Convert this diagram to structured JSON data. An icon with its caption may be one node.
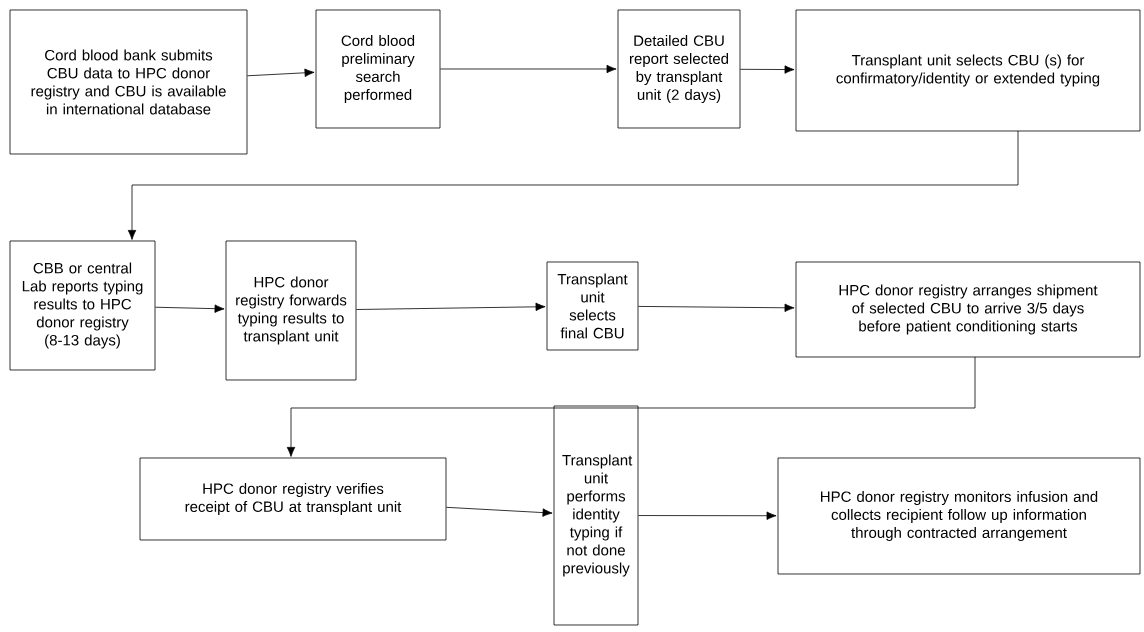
{
  "diagram": {
    "nodes": [
      {
        "text": [
          "Cord blood bank submits CBU data to HPC donor registry and CBU is available in international database"
        ]
      },
      {
        "text": [
          "Cord blood preliminary search performed"
        ]
      },
      {
        "text": [
          "Detailed CBU report selected by transplant unit (2 days)"
        ]
      },
      {
        "text": [
          "Transplant unit selects CBU (s) for confirmatory/identity or extended typing"
        ]
      },
      {
        "text": [
          "CBB or central Lab reports typing results to HPC donor registry (8-13 days)"
        ]
      },
      {
        "text": [
          "HPC donor registry forwards typing results to transplant unit"
        ]
      },
      {
        "text": [
          "Transplant unit selects final CBU"
        ]
      },
      {
        "text": [
          "HPC donor registry arranges shipment of selected CBU to arrive 3/5 days before patient conditioning starts"
        ]
      },
      {
        "text": [
          "HPC donor registry verifies receipt of CBU at transplant unit"
        ]
      },
      {
        "text": [
          "Transplant unit performs identity typing if not done previously"
        ]
      },
      {
        "text": [
          "HPC donor registry monitors infusion and collects recipient follow up information through contracted arrangement"
        ]
      }
    ],
    "edges": [
      {
        "from": 0,
        "to": 1,
        "arrow": "to"
      },
      {
        "from": 1,
        "to": 2,
        "arrow": "to"
      },
      {
        "from": 2,
        "to": 3,
        "arrow": "to"
      },
      {
        "from": 3,
        "to": 4,
        "arrow": "to"
      },
      {
        "from": 4,
        "to": 5,
        "arrow": "to"
      },
      {
        "from": 5,
        "to": 6,
        "arrow": "to"
      },
      {
        "from": 6,
        "to": 7,
        "arrow": "to"
      },
      {
        "from": 7,
        "to": 8,
        "arrow": "to"
      },
      {
        "from": 8,
        "to": 9,
        "arrow": "to"
      },
      {
        "from": 9,
        "to": 10,
        "arrow": "to"
      }
    ]
  }
}
